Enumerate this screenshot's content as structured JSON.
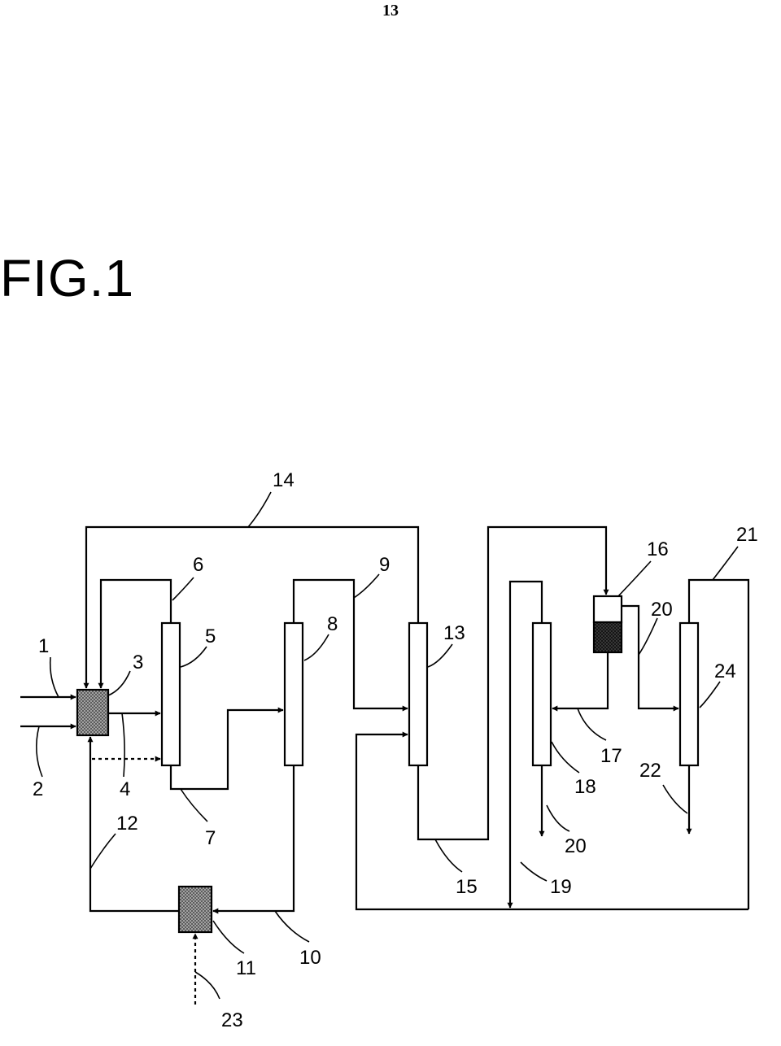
{
  "page": {
    "number": "13"
  },
  "figure": {
    "title": "FIG.1",
    "reference_numerals": {
      "n1": "1",
      "n2": "2",
      "n3": "3",
      "n4": "4",
      "n5": "5",
      "n6": "6",
      "n7": "7",
      "n8": "8",
      "n9": "9",
      "n10": "10",
      "n11": "11",
      "n12": "12",
      "n13": "13",
      "n14": "14",
      "n15": "15",
      "n16": "16",
      "n17": "17",
      "n18": "18",
      "n19": "19",
      "n20a": "20",
      "n20b": "20",
      "n21": "21",
      "n22": "22",
      "n23": "23",
      "n24": "24"
    }
  }
}
